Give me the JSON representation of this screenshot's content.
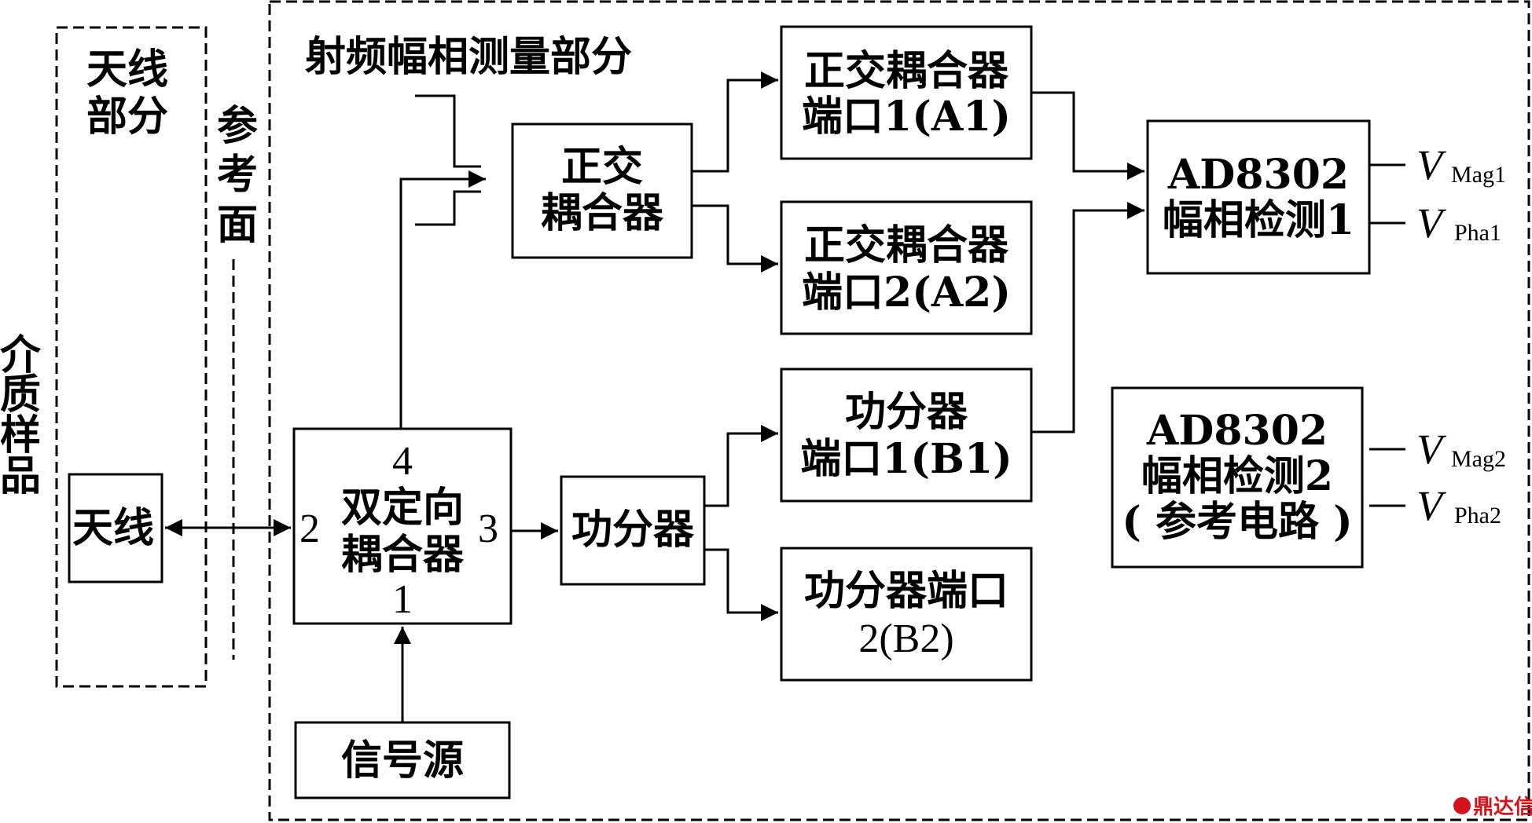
{
  "sample": {
    "chars": [
      "介",
      "质",
      "样",
      "品"
    ]
  },
  "antenna_section": {
    "title_line1": "天线",
    "title_line2": "部分",
    "antenna_label": "天线"
  },
  "reference_plane": {
    "chars": [
      "参",
      "考",
      "面"
    ]
  },
  "rf_section": {
    "title": "射频幅相测量部分"
  },
  "blocks": {
    "quadrature_coupler": {
      "line1": "正交",
      "line2": "耦合器"
    },
    "quad_port_a1": {
      "line1": "正交耦合器",
      "line2": "端口1(A1)"
    },
    "quad_port_a2": {
      "line1": "正交耦合器",
      "line2": "端口2(A2)"
    },
    "ad8302_1": {
      "line1": "AD8302",
      "line2": "幅相检测1"
    },
    "ad8302_2": {
      "line1": "AD8302",
      "line2": "幅相检测2",
      "line3": "( 参考电路 )"
    },
    "dual_coupler": {
      "port_top": "4",
      "line1": "双定向",
      "line2": "耦合器",
      "port_bottom": "1",
      "port_left": "2",
      "port_right": "3"
    },
    "power_divider": {
      "label": "功分器"
    },
    "pd_port_b1": {
      "line1": "功分器",
      "line2": "端口1(B1)"
    },
    "pd_port_b2": {
      "line1": "功分器端口",
      "line2": "2(B2)"
    },
    "signal_source": {
      "label": "信号源"
    }
  },
  "outputs": {
    "mag1": {
      "v": "V",
      "sub": "Mag1"
    },
    "pha1": {
      "v": "V",
      "sub": "Pha1"
    },
    "mag2": {
      "v": "V",
      "sub": "Mag2"
    },
    "pha2": {
      "v": "V",
      "sub": "Pha2"
    }
  },
  "watermark": {
    "text": "鼎达信"
  }
}
